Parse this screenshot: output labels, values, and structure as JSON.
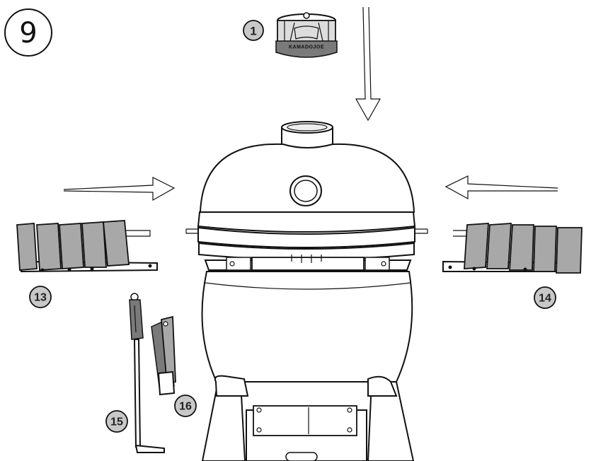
{
  "step": {
    "number": "9"
  },
  "callouts": {
    "vent_cap": "1",
    "left_shelf": "13",
    "right_shelf": "14",
    "ash_tool": "15",
    "grate_gripper": "16"
  },
  "vent_cap": {
    "brand_text": "KAMADOJOE"
  },
  "colors": {
    "line": "#111111",
    "part_fill": "#a8a8a8",
    "callout_fill": "#c8c8c8",
    "background": "#ffffff"
  }
}
